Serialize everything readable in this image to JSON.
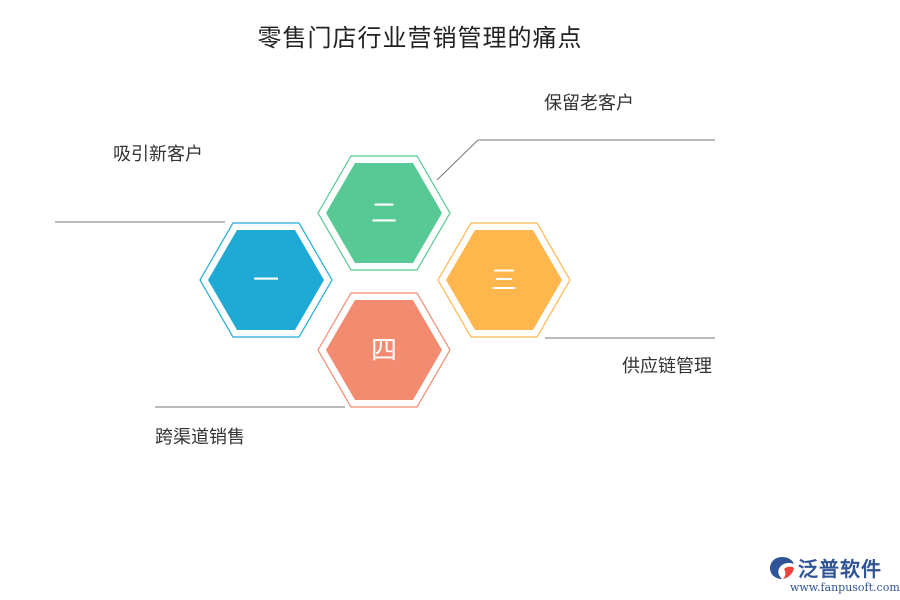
{
  "title": "零售门店行业营销管理的痛点",
  "hexagons": [
    {
      "id": "one",
      "text": "一",
      "color": "#1faad6"
    },
    {
      "id": "two",
      "text": "二",
      "color": "#56c994"
    },
    {
      "id": "three",
      "text": "三",
      "color": "#ffb74d"
    },
    {
      "id": "four",
      "text": "四",
      "color": "#f28b70"
    }
  ],
  "labels": {
    "one": "吸引新客户",
    "two": "保留老客户",
    "three": "供应链管理",
    "four": "跨渠道销售"
  },
  "logo": {
    "name": "泛普软件",
    "url": "www.fanpusoft.com"
  }
}
